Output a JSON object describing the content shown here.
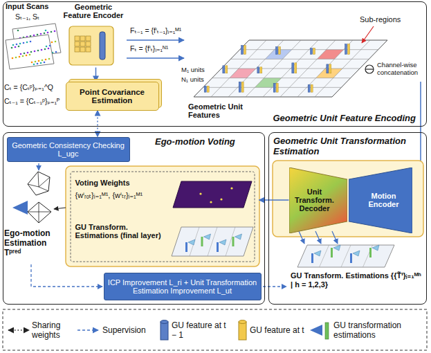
{
  "diagram": {
    "nodes": [
      {
        "text": [
          "Geometric Unit Feature Encoding"
        ]
      },
      {
        "text": [
          "Geometric Feature Encoder"
        ],
        "in": 0
      },
      {
        "text": [
          "Point Covariance Estimation"
        ],
        "in": 0
      },
      {
        "text": [
          "Ego-motion Voting"
        ]
      },
      {
        "text": [
          "Geometric Consistency Checking L_ugc"
        ],
        "in": 3
      },
      {
        "text": [
          "Voting Weights",
          "{wⁱᵣₒₜ}ᵢ₌₁ᴹ¹, {wⁱₜᵣ}ᵢ₌₁ᴹ¹",
          "GU Transform. Estimations (final layer)"
        ],
        "in": 3
      },
      {
        "text": [
          "ICP Improvement L_ri + Unit Transformation Estimation Improvement L_ut"
        ],
        "in": 3
      },
      {
        "text": [
          "Geometric Unit Transformation Estimation"
        ]
      },
      {
        "text": [
          "Unit Transform. Decoder"
        ],
        "in": 7
      },
      {
        "text": [
          "Motion Encoder"
        ],
        "in": 7
      }
    ],
    "edges": [
      {
        "from": 1,
        "to": 2,
        "arrow": "to"
      },
      {
        "from": 2,
        "to": 4,
        "arrow": "both"
      },
      {
        "from": 8,
        "to": 5,
        "arrow": "to"
      }
    ],
    "labels": [
      "Input Scans",
      "Sₜ₋₁, Sₜ",
      "Fₜ₋₁ = {fⁱₜ₋₁}ᵢ₌₁ᴹ¹",
      "Fₜ = {fⁱₜ}ᵢ₌₁ᴺ¹",
      "Sub-regions",
      "M₁ units",
      "N₁ units",
      "Geometric Unit Features",
      "Channel-wise concatenation",
      "Cₜ = {Cₜᵖ}ₚ₌₁^Q",
      "Cₜ₋₁ = {Cₜ₋₁ᵖ}ₚ₌₁ᴾ",
      "Ego-motion Estimation Tᵖʳᵉᵈ",
      "GU Transform. Estimations {{T̃ⁱ}ᵢ₌₁ᴹʰ | h = 1,2,3}"
    ],
    "legend": [
      {
        "text": "Sharing weights"
      },
      {
        "text": "Supervision"
      },
      {
        "text": "GU feature at t − 1"
      },
      {
        "text": "GU feature at t"
      },
      {
        "text": "GU transformation estimations"
      }
    ]
  }
}
